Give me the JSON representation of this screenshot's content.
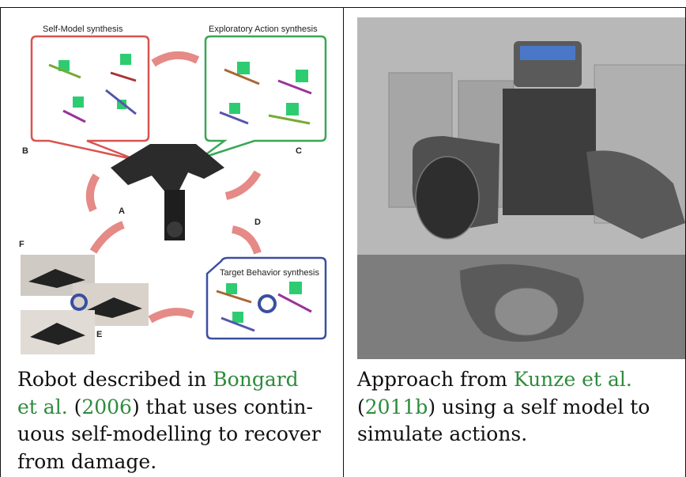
{
  "left_figure": {
    "labels": {
      "self_model": "Self-Model synthesis",
      "exploratory": "Exploratory Action synthesis",
      "target": "Target Behavior synthesis",
      "B": "B",
      "C": "C",
      "A": "A",
      "D": "D",
      "F": "F",
      "E": "E"
    },
    "caption": {
      "p1": "Robot described in ",
      "cite1": "Bongard",
      "cite1b": "et al.",
      "p2": " (",
      "year1": "2006",
      "p3": ") that uses contin-",
      "p4": "uous self-modelling to recover",
      "p5": "from damage."
    }
  },
  "right_figure": {
    "caption": {
      "p1": "Approach from ",
      "cite1": "Kunze et al.",
      "p2": "(",
      "year1": "2011b",
      "p3": ") using a self model to",
      "p4": "simulate actions."
    }
  },
  "colors": {
    "citation": "#2e8b3c",
    "red_bubble": "#d9534f",
    "green_bubble": "#3aa655",
    "blue_bubble": "#3b4fa0"
  }
}
